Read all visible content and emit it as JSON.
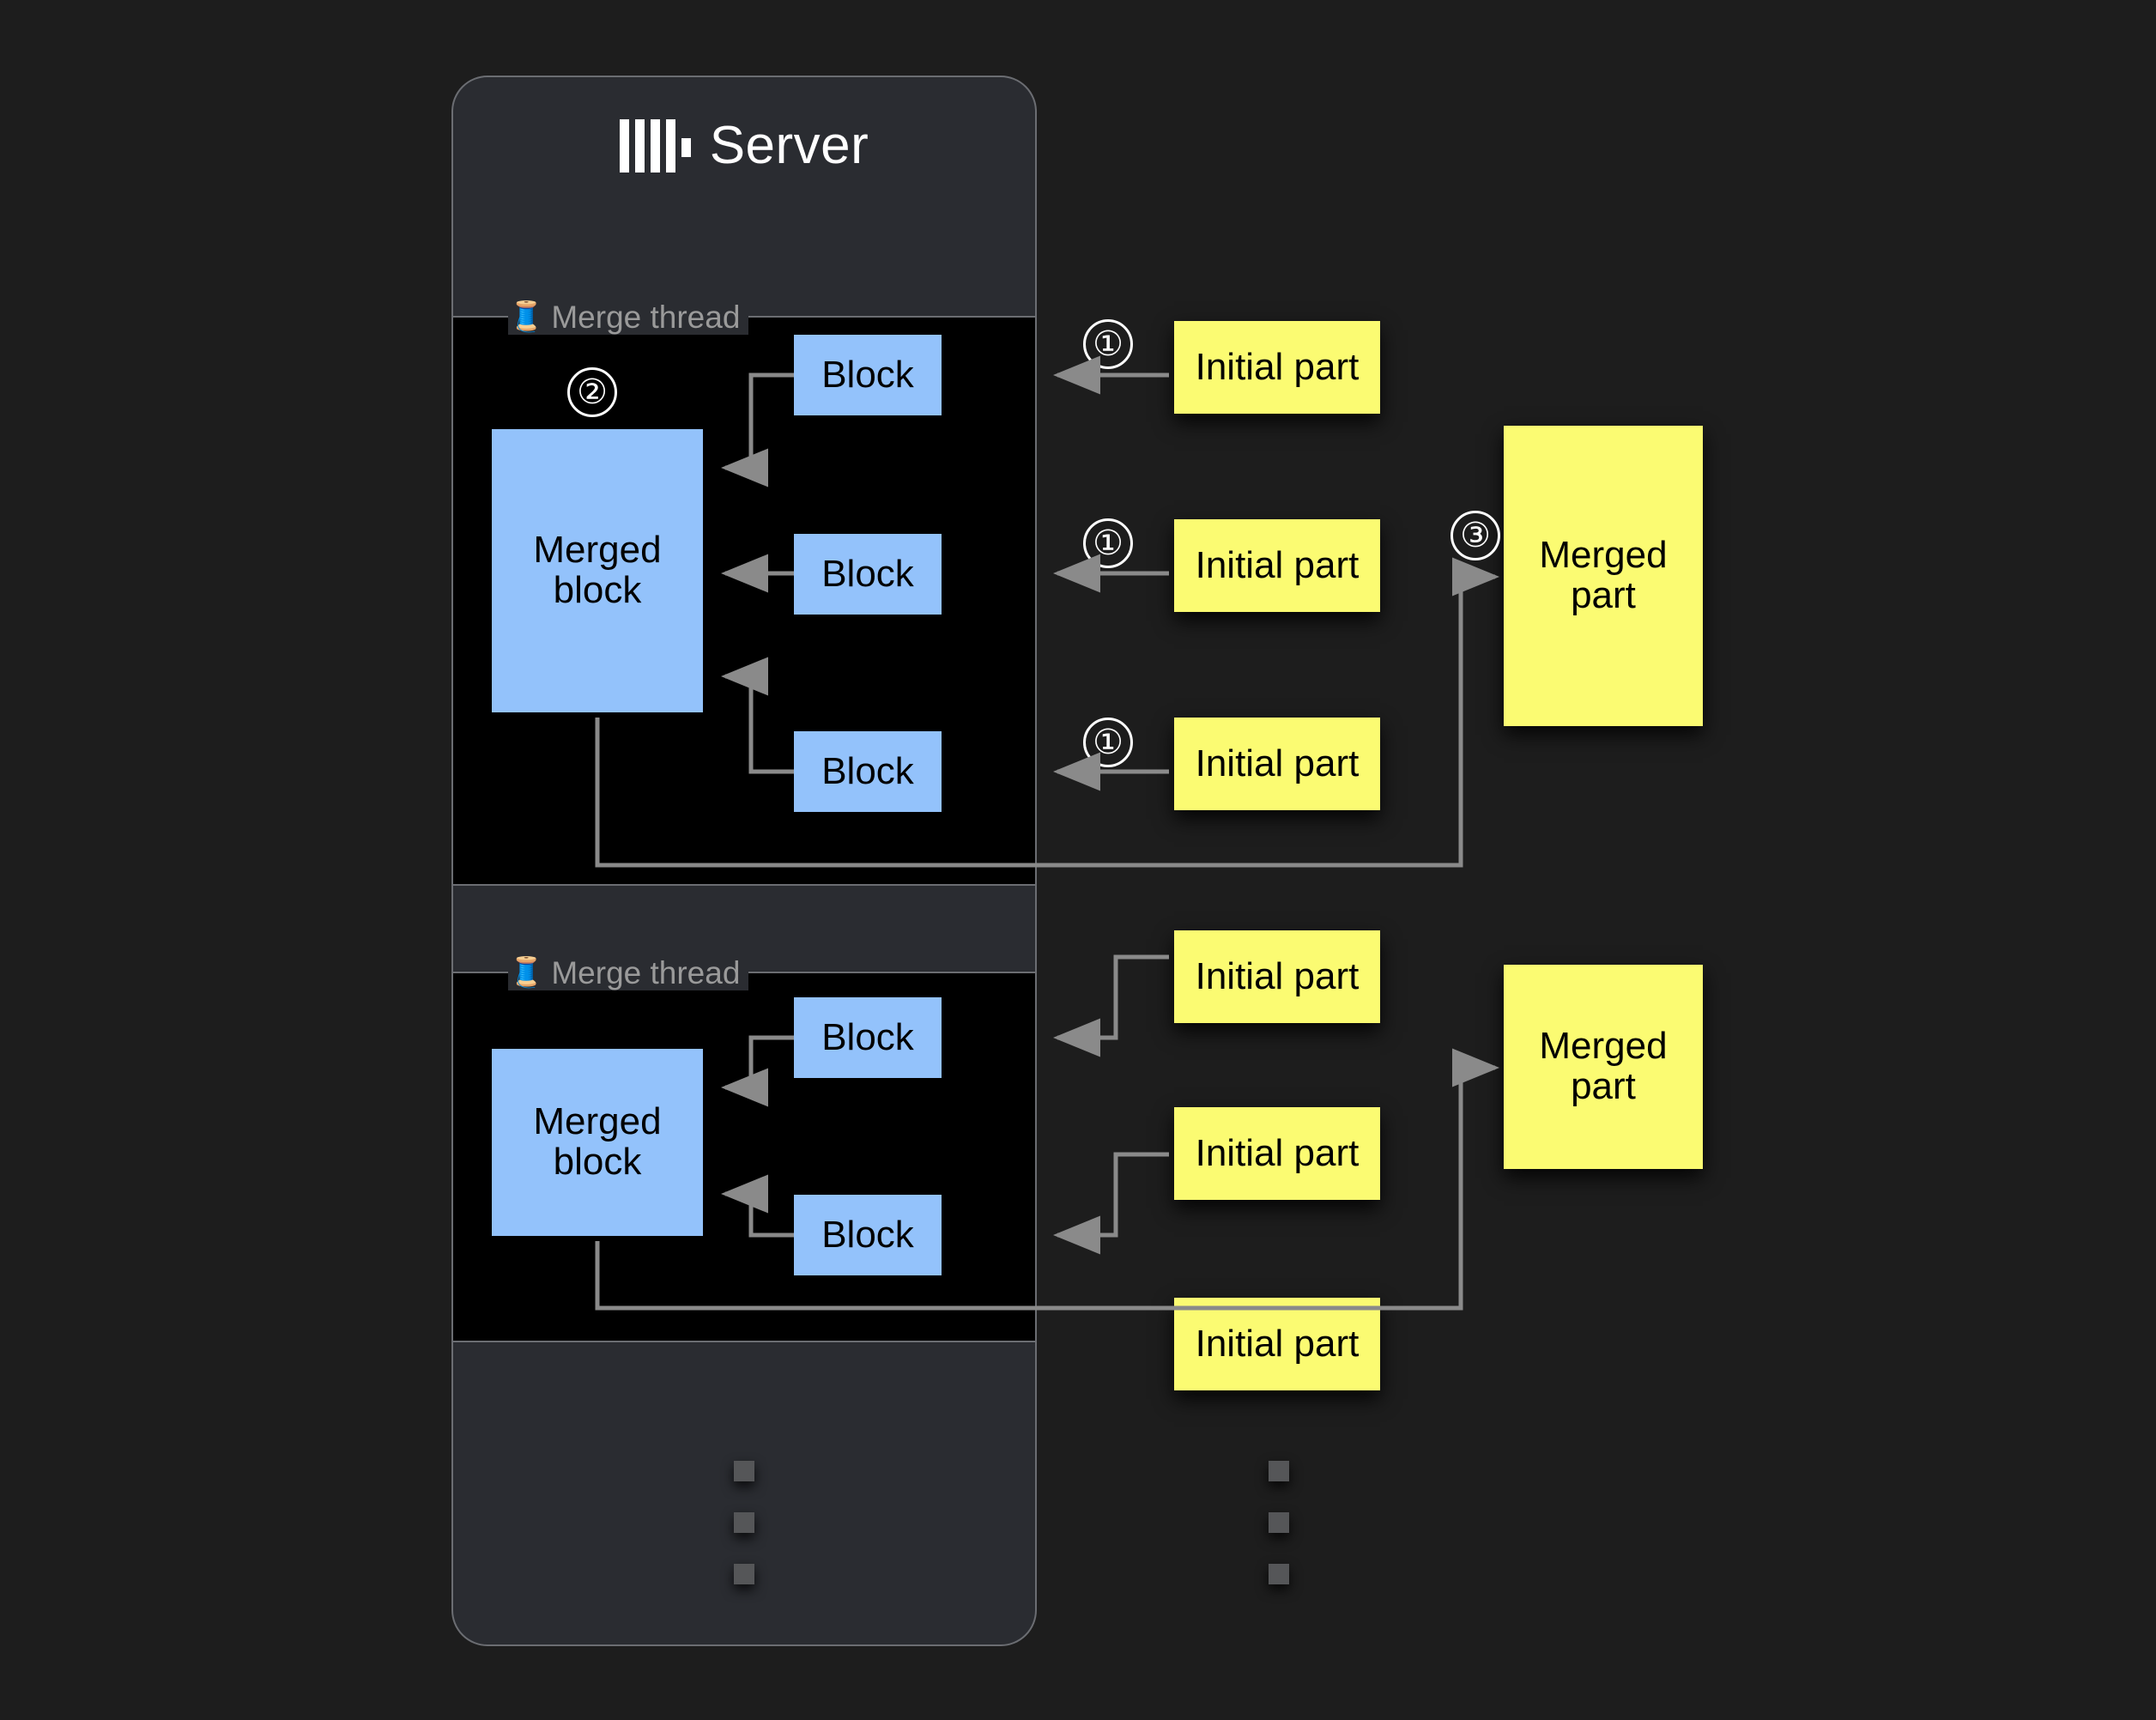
{
  "server": {
    "title": "Server",
    "logo_icon": "clickhouse-logo-icon"
  },
  "merge_threads": [
    {
      "label": "Merge thread",
      "icon": "thread-spool-icon",
      "step_number": "②",
      "merged_block_label": "Merged block",
      "blocks": [
        "Block",
        "Block",
        "Block"
      ]
    },
    {
      "label": "Merge thread",
      "icon": "thread-spool-icon",
      "merged_block_label": "Merged block",
      "blocks": [
        "Block",
        "Block"
      ]
    }
  ],
  "initial_parts": [
    {
      "label": "Initial part",
      "step_number": "①"
    },
    {
      "label": "Initial part",
      "step_number": "①"
    },
    {
      "label": "Initial part",
      "step_number": "①"
    },
    {
      "label": "Initial part",
      "step_number": ""
    },
    {
      "label": "Initial part",
      "step_number": ""
    },
    {
      "label": "Initial part",
      "step_number": ""
    }
  ],
  "merged_parts": [
    {
      "label": "Merged part",
      "step_number": "③"
    },
    {
      "label": "Merged part",
      "step_number": ""
    }
  ],
  "ellipsis": {
    "server_column": "vertical-ellipsis",
    "parts_column": "vertical-ellipsis"
  },
  "colors": {
    "canvas": "#1d1d1d",
    "server_panel": "#2a2c31",
    "merge_thread_bg": "#000000",
    "block": "#93c2fb",
    "part": "#fbfb72",
    "border": "#6b6d72",
    "arrow": "#8a8a8a",
    "label_text": "#9a9a9a"
  }
}
